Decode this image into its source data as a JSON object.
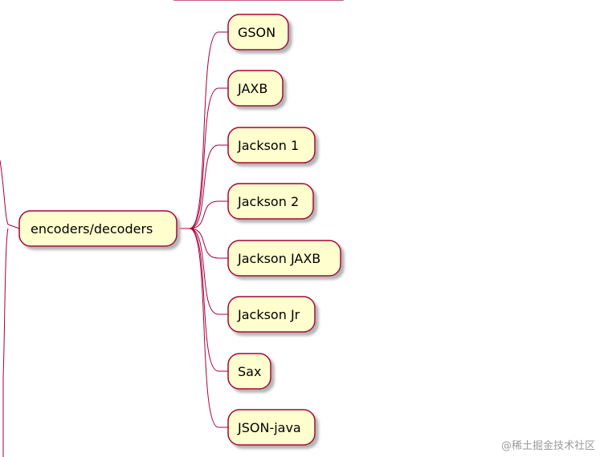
{
  "diagram": {
    "type": "mindmap",
    "colors": {
      "node_fill": "#FEFECE",
      "node_stroke": "#A80036",
      "edge": "#A80036",
      "shadow": "#c8c8c8"
    },
    "root": {
      "label": "encoders/decoders"
    },
    "children": [
      {
        "label": "GSON"
      },
      {
        "label": "JAXB"
      },
      {
        "label": "Jackson 1"
      },
      {
        "label": "Jackson 2"
      },
      {
        "label": "Jackson JAXB"
      },
      {
        "label": "Jackson Jr"
      },
      {
        "label": "Sax"
      },
      {
        "label": "JSON-java"
      }
    ]
  },
  "watermark": {
    "text": "@稀土掘金技术社区"
  }
}
